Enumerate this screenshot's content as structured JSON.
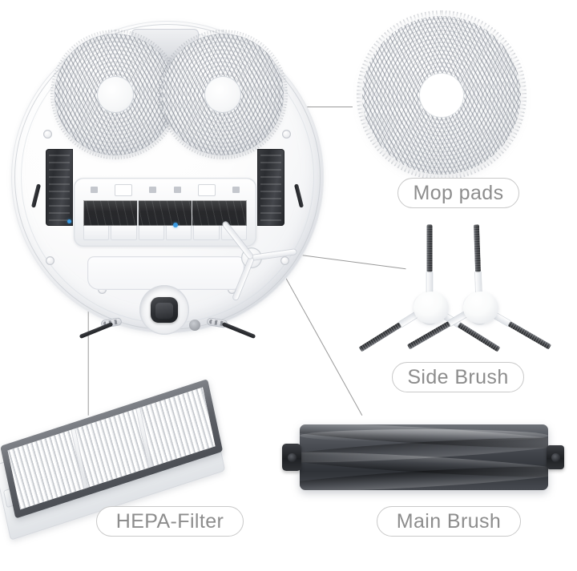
{
  "image": {
    "title": "Robot vacuum replacement parts diagram",
    "background_color": "#ffffff"
  },
  "labels": {
    "mop_pads": "Mop pads",
    "side_brush": "Side Brush",
    "hepa_filter": "HEPA-Filter",
    "main_brush": "Main Brush"
  },
  "parts": [
    {
      "id": "robot",
      "name": "Robot vacuum underside",
      "description": "White round robot vacuum shown from below with two chenille mop pads mounted at top, side-brush housings, main brush bay, caster wheel and charging contacts"
    },
    {
      "id": "mop-pads",
      "name": "Mop pads",
      "label": "Mop pads",
      "description": "Round white chenille microfiber mop pad with center mounting hole"
    },
    {
      "id": "side-brush",
      "name": "Side Brush",
      "label": "Side Brush",
      "description": "Pair of three-armed side brushes with white hubs and dark bristle tips"
    },
    {
      "id": "hepa-filter",
      "name": "HEPA-Filter",
      "label": "HEPA-Filter",
      "description": "Rectangular pleated white HEPA filter in a dark gray frame on a clear tray"
    },
    {
      "id": "main-brush",
      "name": "Main Brush",
      "label": "Main Brush",
      "description": "Dark gray rubber roller brush with helical fins and black end caps"
    }
  ],
  "colors": {
    "label_border": "#c9c9c9",
    "label_text": "#8d8d8d",
    "leader_line": "#9a9a9a",
    "brush_dark": "#3a3c40",
    "accent_blue": "#3b9ae1"
  }
}
